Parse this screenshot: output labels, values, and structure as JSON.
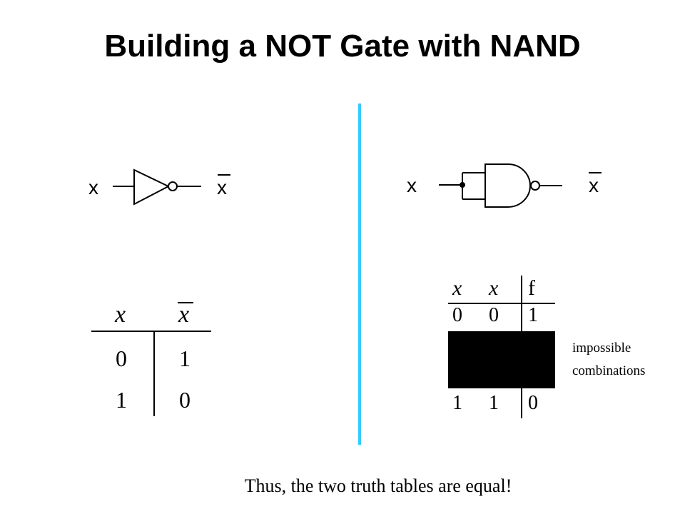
{
  "title": "Building a NOT Gate with NAND",
  "colors": {
    "divider": "#33CCFF",
    "shade": "#000000"
  },
  "left": {
    "input_label": "x",
    "output_label": "x",
    "table": {
      "headers": [
        "x",
        "x"
      ],
      "rows": [
        [
          "0",
          "1"
        ],
        [
          "1",
          "0"
        ]
      ]
    }
  },
  "right": {
    "input_label": "x",
    "output_label": "x",
    "table": {
      "headers": [
        "x",
        "x",
        "f"
      ],
      "rows": [
        [
          "0",
          "0",
          "1"
        ],
        [
          "1",
          "1",
          "0"
        ]
      ]
    },
    "note_lines": [
      "impossible",
      "combinations"
    ]
  },
  "caption": "Thus, the two truth tables are equal!"
}
